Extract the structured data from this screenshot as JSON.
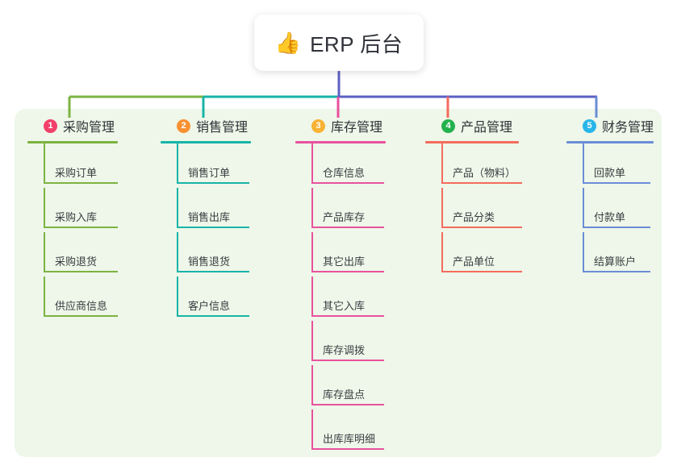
{
  "root": {
    "icon": "thumbs-up-icon",
    "icon_glyph": "👍",
    "title": "ERP 后台"
  },
  "colors": {
    "panel_background": "#eef7e9",
    "page_background": "#ffffff",
    "card_background": "#ffffff",
    "text": "#2f3238",
    "stem_indigo": "#5c5fc4",
    "green": "#7cb342",
    "teal": "#18b4a8",
    "pink": "#e8529e",
    "coral": "#f46b5d",
    "blue": "#6b8dd6"
  },
  "columns": [
    {
      "number": "1",
      "title": "采购管理",
      "badge_color": "#f2406a",
      "line_color": "#7cb342",
      "items": [
        {
          "label": "采购订单"
        },
        {
          "label": "采购入库"
        },
        {
          "label": "采购退货"
        },
        {
          "label": "供应商信息"
        }
      ]
    },
    {
      "number": "2",
      "title": "销售管理",
      "badge_color": "#f99133",
      "line_color": "#18b4a8",
      "items": [
        {
          "label": "销售订单"
        },
        {
          "label": "销售出库"
        },
        {
          "label": "销售退货"
        },
        {
          "label": "客户信息"
        }
      ]
    },
    {
      "number": "3",
      "title": "库存管理",
      "badge_color": "#f9b233",
      "line_color": "#e8529e",
      "items": [
        {
          "label": "仓库信息"
        },
        {
          "label": "产品库存"
        },
        {
          "label": "其它出库"
        },
        {
          "label": "其它入库"
        },
        {
          "label": "库存调拨"
        },
        {
          "label": "库存盘点"
        },
        {
          "label": "出库库明细"
        }
      ]
    },
    {
      "number": "4",
      "title": "产品管理",
      "badge_color": "#23b14d",
      "line_color": "#f46b5d",
      "items": [
        {
          "label": "产品（物料）"
        },
        {
          "label": "产品分类"
        },
        {
          "label": "产品单位"
        }
      ]
    },
    {
      "number": "5",
      "title": "财务管理",
      "badge_color": "#29b6e8",
      "line_color": "#6b8dd6",
      "items": [
        {
          "label": "回款单"
        },
        {
          "label": "付款单"
        },
        {
          "label": "结算账户"
        }
      ]
    }
  ]
}
